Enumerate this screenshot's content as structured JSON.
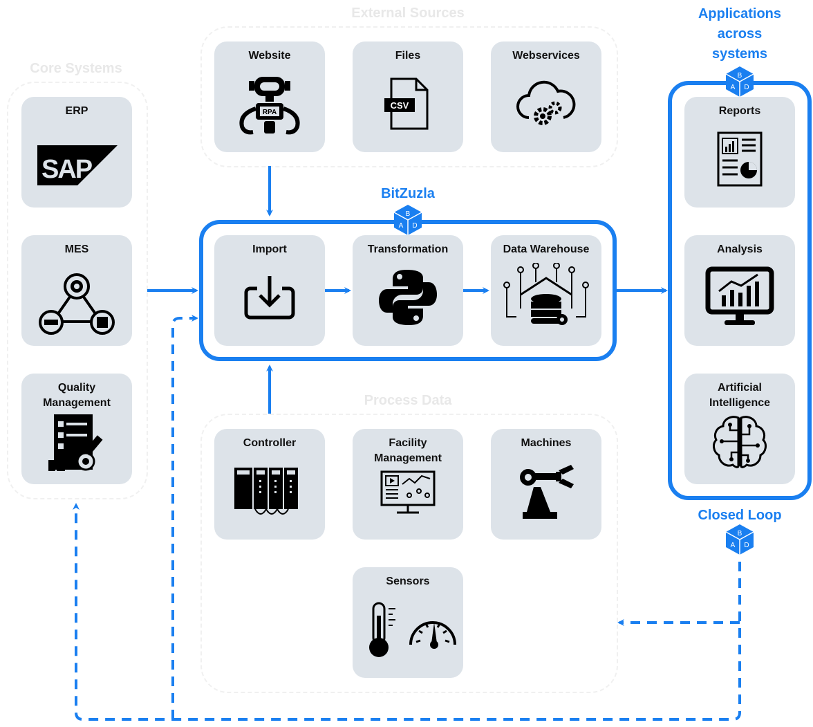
{
  "groups": {
    "core_systems": "Core Systems",
    "external_sources": "External Sources",
    "process_data": "Process Data"
  },
  "bitzuzla": {
    "title": "BitZuzla",
    "stages": [
      {
        "label": "Import",
        "icon": "download-icon"
      },
      {
        "label": "Transformation",
        "icon": "python-icon"
      },
      {
        "label": "Data Warehouse",
        "icon": "data-warehouse-icon"
      }
    ]
  },
  "core_systems": [
    {
      "label": "ERP",
      "icon": "sap-logo"
    },
    {
      "label": "MES",
      "icon": "mes-network-icon"
    },
    {
      "label": "Quality\nManagement",
      "icon": "quality-document-icon"
    }
  ],
  "external_sources": [
    {
      "label": "Website",
      "icon": "rpa-robot-icon",
      "badge": "RPA"
    },
    {
      "label": "Files",
      "icon": "csv-file-icon",
      "badge": "CSV"
    },
    {
      "label": "Webservices",
      "icon": "cloud-gears-icon"
    }
  ],
  "process_data": [
    {
      "label": "Controller",
      "icon": "plc-controller-icon"
    },
    {
      "label": "Facility\nManagement",
      "icon": "dashboard-monitor-icon"
    },
    {
      "label": "Machines",
      "icon": "robot-arm-icon"
    },
    {
      "label": "Sensors",
      "icon": "thermometer-gauge-icon"
    }
  ],
  "applications": {
    "title": "Applications\nacross\nsystems",
    "items": [
      {
        "label": "Reports",
        "icon": "report-icon"
      },
      {
        "label": "Analysis",
        "icon": "monitor-chart-icon"
      },
      {
        "label": "Artificial\nIntelligence",
        "icon": "brain-circuit-icon"
      }
    ]
  },
  "closed_loop": "Closed Loop",
  "logo_letters": [
    "B",
    "A",
    "D"
  ],
  "colors": {
    "accent": "#1a7ff0",
    "card": "#dde3e9",
    "group_title": "#e8e8e8"
  }
}
